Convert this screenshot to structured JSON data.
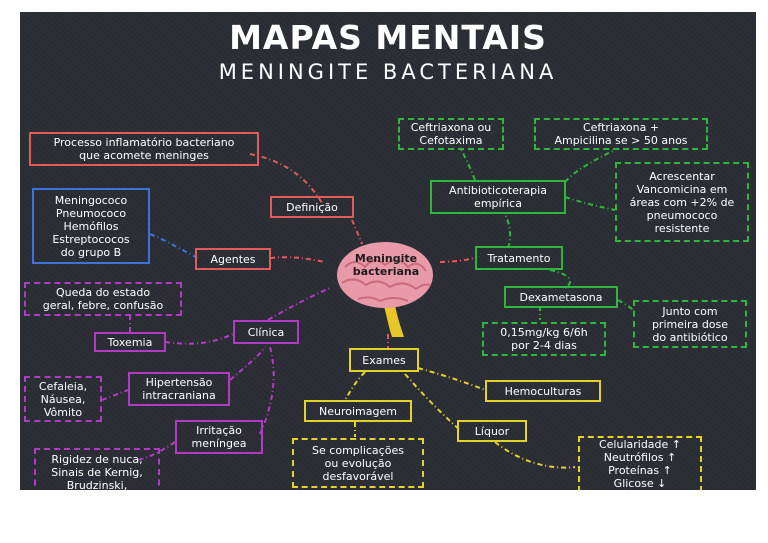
{
  "title": "MAPAS MENTAIS",
  "subtitle": "MENINGITE  BACTERIANA",
  "center": "Meningite\nbacteriana",
  "nodes": {
    "definicao_desc": "Processo inflamatório bacteriano\nque acomete meninges",
    "definicao": "Definição",
    "agentes_list": "Meningococo\nPneumococo\nHemófilos\nEstreptococos\ndo grupo B",
    "agentes": "Agentes",
    "toxemia_desc": "Queda do estado\ngeral, febre, confusão",
    "toxemia": "Toxemia",
    "clinica": "Clínica",
    "hipertensao_desc": "Cefaleia,\nNáusea,\nVômito",
    "hipertensao": "Hipertensão\nintracraniana",
    "irritacao": "Irritação\nmeníngea",
    "irritacao_desc": "Rigidez de nuca,\nSinais de Kernig,\nBrudzinski,",
    "ceftriaxona_cefotaxima": "Ceftriaxona ou\nCefotaxima",
    "ceftriaxona_ampicilina": "Ceftriaxona +\nAmpicilina se > 50 anos",
    "antibioticoterapia": "Antibioticoterapia\nempírica",
    "vancomicina": "Acrescentar\nVancomicina em\náreas com +2% de\npneumococo\nresistente",
    "tratamento": "Tratamento",
    "dexametasona": "Dexametasona",
    "dose": "0,15mg/kg 6/6h\npor 2-4 dias",
    "junto": "Junto com\nprimeira dose\ndo antibiótico",
    "exames": "Exames",
    "hemoculturas": "Hemoculturas",
    "neuroimagem": "Neuroimagem",
    "liquor": "Líquor",
    "complicacoes": "Se complicações\nou evolução\ndesfavorável",
    "liquor_desc": "Celularidade ↑\nNeutrófilos ↑\nProteínas ↑\nGlicose ↓"
  },
  "colors": {
    "background": "#2a2d33",
    "definition": "#e05b5b",
    "agents": "#3d74d9",
    "clinical": "#b23bc6",
    "treatment": "#2fb63f",
    "exams": "#e3d12c",
    "brain": "#e99aa8",
    "spine": "#e8c628"
  },
  "icons": [
    "brain-icon"
  ]
}
